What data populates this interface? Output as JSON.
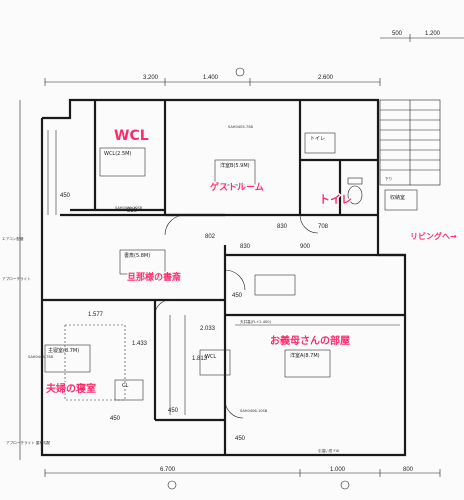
{
  "top_dims": [
    "500",
    "1.200"
  ],
  "dims_top": [
    "3.200",
    "1.400",
    "2.600"
  ],
  "dims_bottom": [
    "6.700",
    "1.000",
    "800"
  ],
  "dims_misc": [
    "450",
    "450",
    "450",
    "450",
    "450",
    "830",
    "830",
    "830",
    "708",
    "1.577",
    "2.033",
    "1.433",
    "1.813",
    "802",
    "900"
  ],
  "annotations": {
    "wcl_code": "WCL(2.5M)",
    "guest_code": "洋室B(5.9M)",
    "toilet_code": "トイレ",
    "study_code": "書斎(5.8M)",
    "master_code": "主寝室(8.7M)",
    "mother_code": "洋室A(8.7M)",
    "cl_code": "CL",
    "wcl2_code": "WCL",
    "storage": "収納室",
    "stair_note": "下り",
    "ceiling_note": "天井高(FL+2.400)",
    "sash_1": "SAH0405-7SB",
    "sash_2": "SAH0405-7SB",
    "sash_3": "SAH0406-10SB",
    "sash_4": "SAH0406-10SB",
    "left_note_1": "エアコン配管",
    "left_note_2": "アプローチライト",
    "bottom_left_note": "アプローチライト\n屋根勾配",
    "bottom_right_note": "引違い窓 FIX"
  },
  "room_labels": {
    "wcl": "WCL",
    "guest": "ゲストルーム",
    "toilet": "トイレ",
    "study": "旦那様の書斎",
    "mother": "お義母さんの部屋",
    "master": "夫婦の寝室",
    "living_arrow": "リビングへ→"
  },
  "colors": {
    "label": "#ff2a6a",
    "line": "#1a1a1a",
    "bg": "#fbfbfb"
  }
}
